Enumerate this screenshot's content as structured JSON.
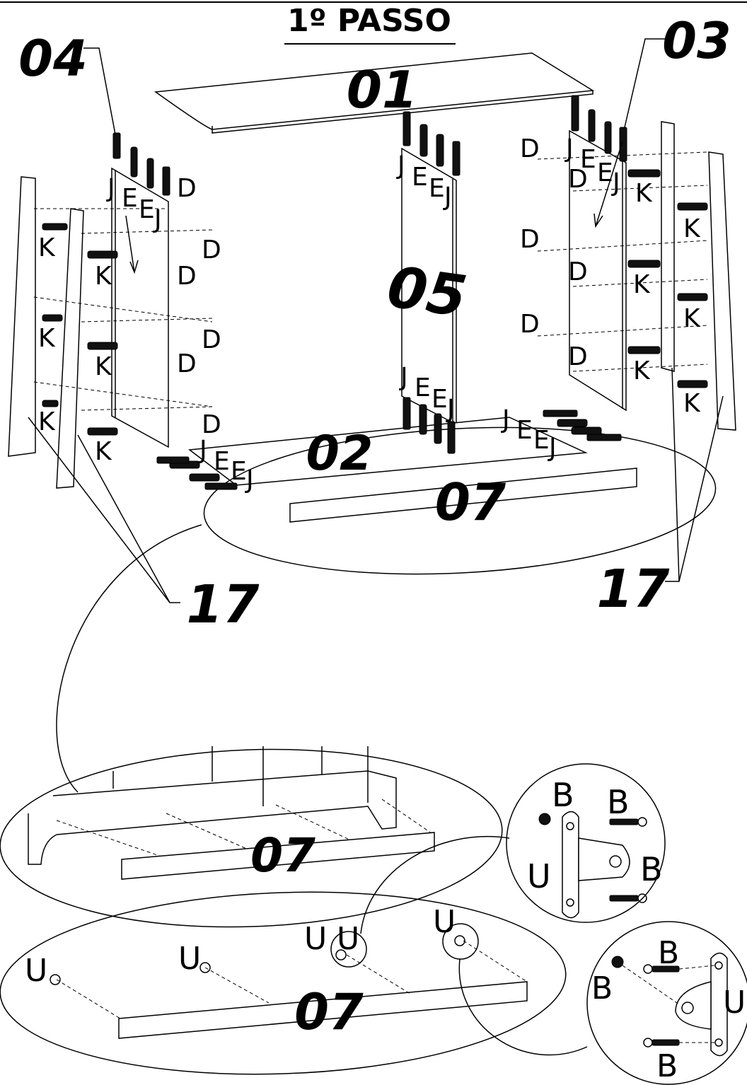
{
  "title": "1º PASSO",
  "parts": {
    "p01": "01",
    "p02": "02",
    "p03": "03",
    "p04": "04",
    "p05": "05",
    "p07a": "07",
    "p07b": "07",
    "p07c": "07",
    "p17_left": "17",
    "p17_right": "17"
  },
  "hardware_letters": {
    "D": "D",
    "E": "E",
    "J": "J",
    "K": "K",
    "B": "B",
    "U": "U"
  }
}
